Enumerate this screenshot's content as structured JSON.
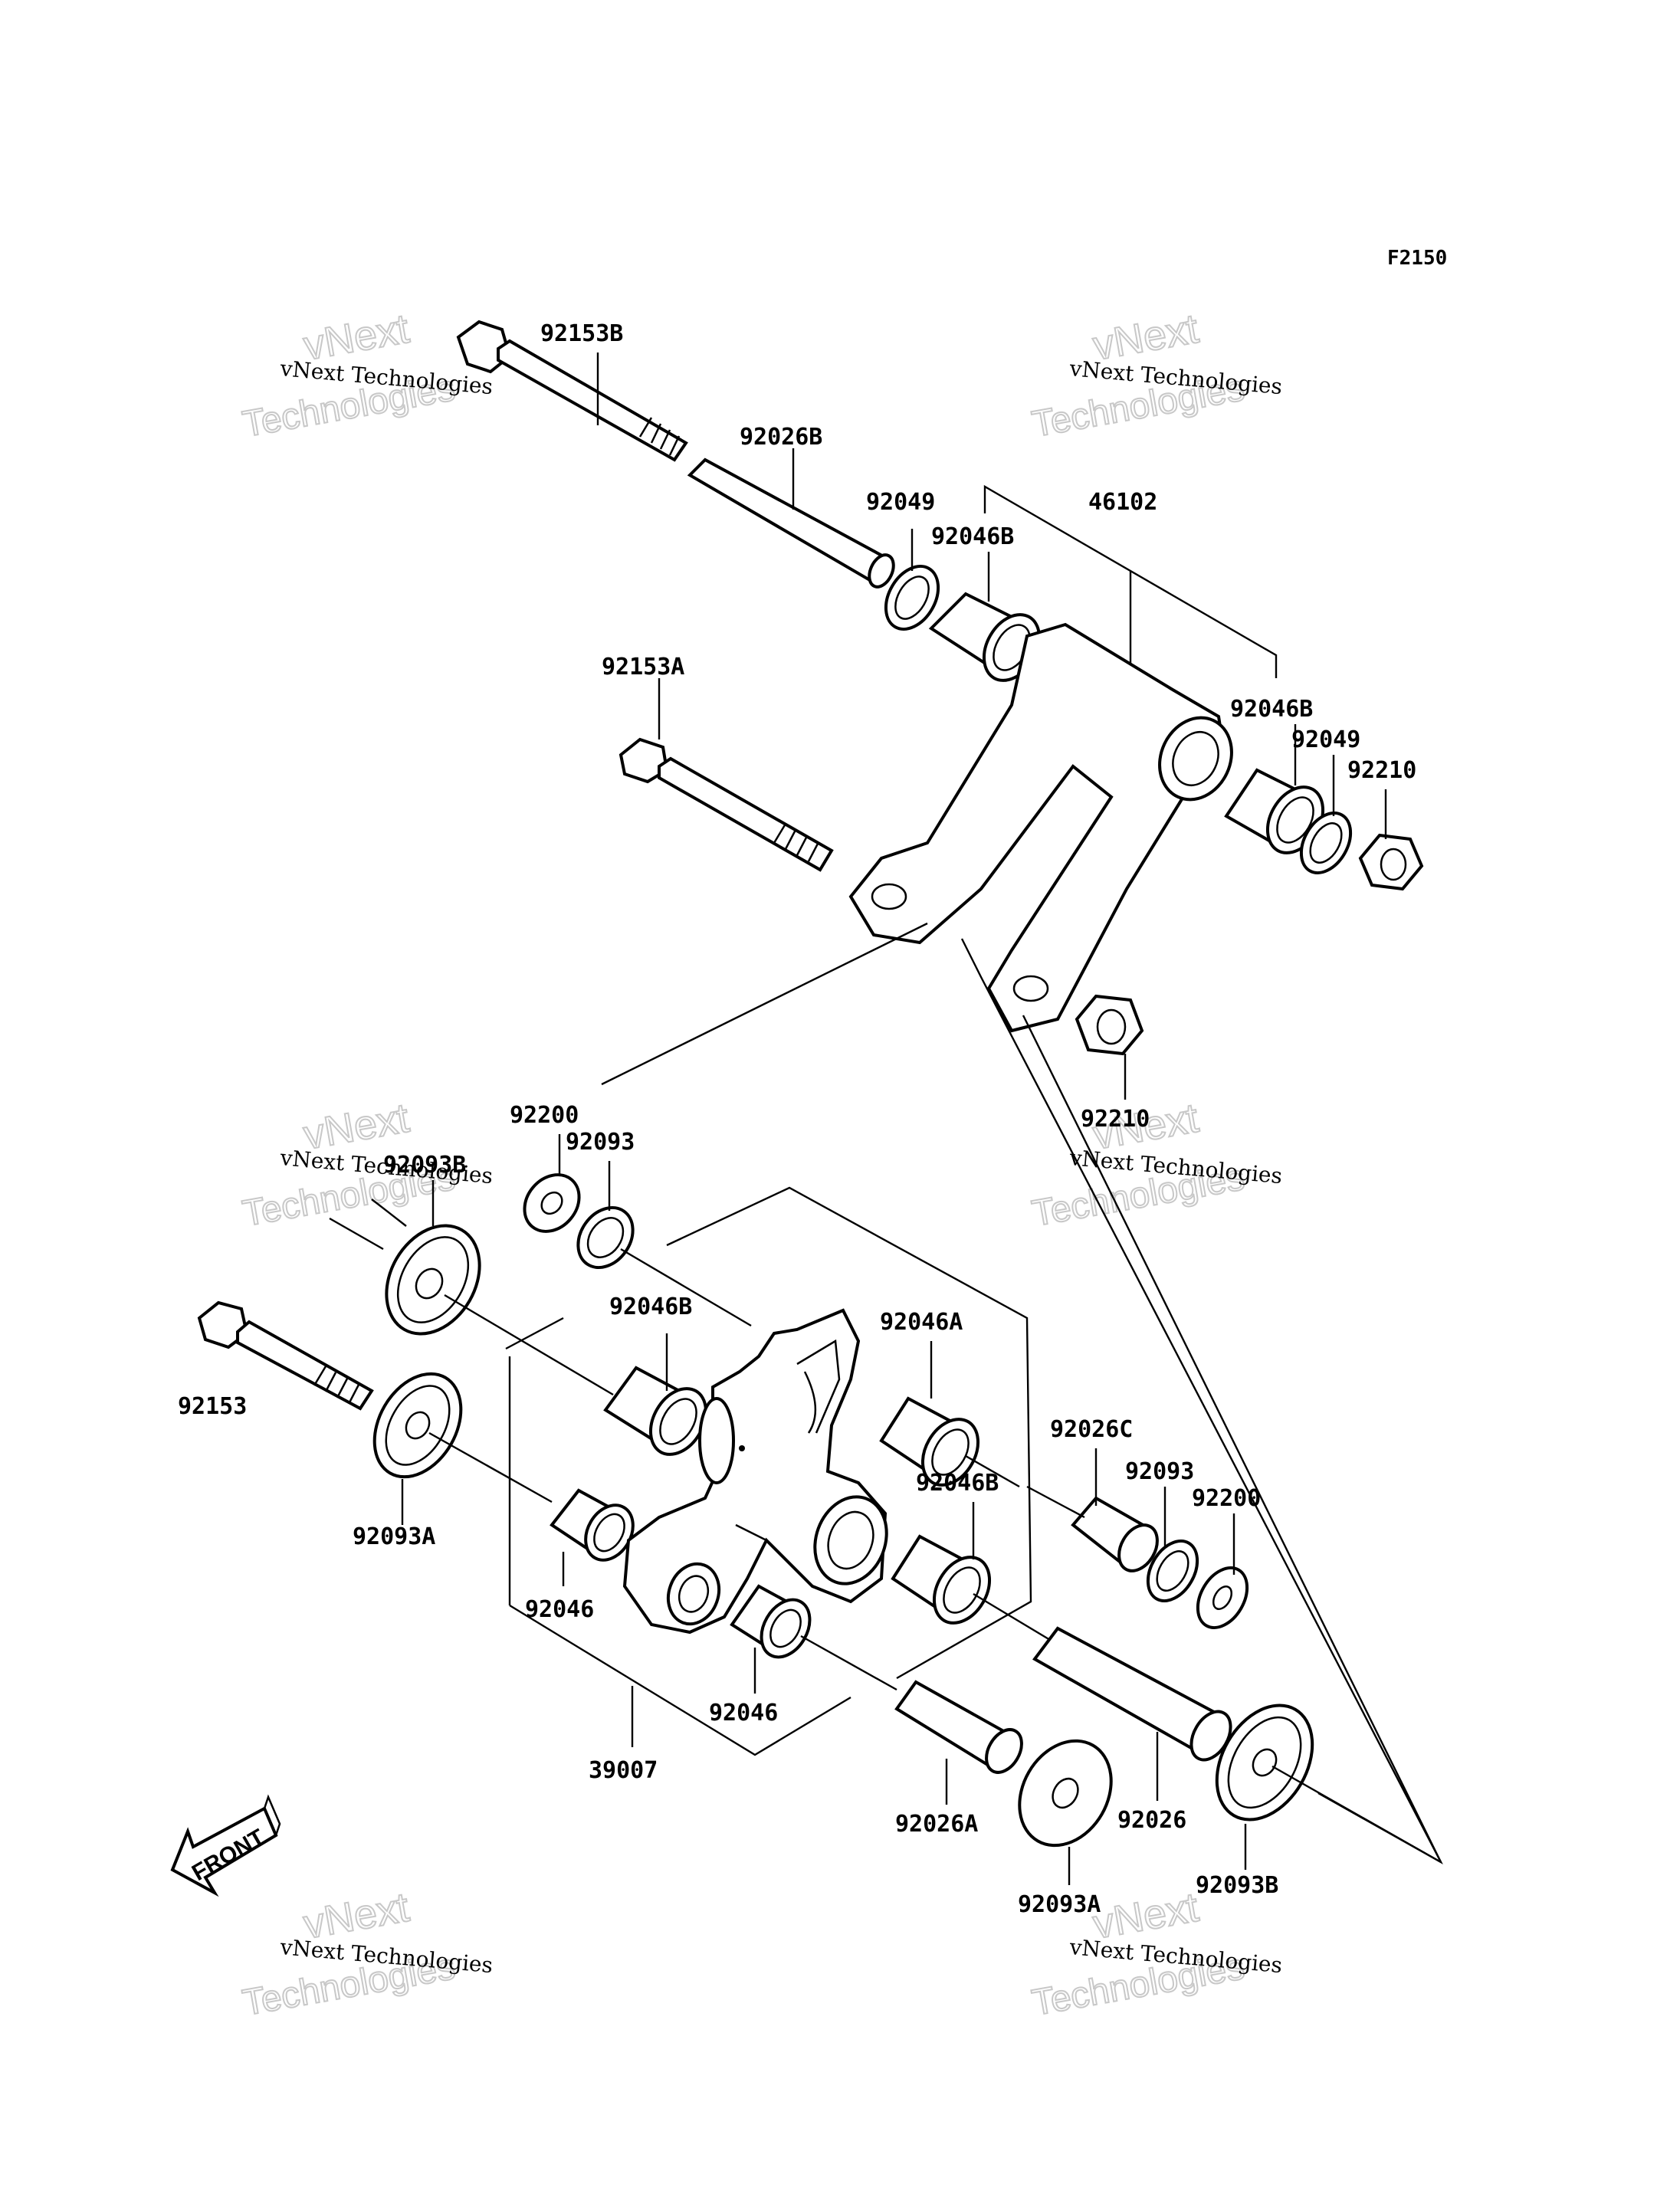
{
  "diagram_code": "F2150",
  "front_label": "FRONT",
  "watermark": {
    "line1": "vNext Technologies",
    "line2": "vNext",
    "line3": "Technologies"
  },
  "parts": {
    "p92153B": "92153B",
    "p92026B": "92026B",
    "p92049_top": "92049",
    "p92046B_top": "92046B",
    "p46102": "46102",
    "p92153A": "92153A",
    "p92046B_right": "92046B",
    "p92049_right": "92049",
    "p92210_right": "92210",
    "p92210_bottom": "92210",
    "p92200_left": "92200",
    "p92093_left": "92093",
    "p92093B_left": "92093B",
    "p92046B_mid": "92046B",
    "p92046A": "92046A",
    "p92026C": "92026C",
    "p92046B_low": "92046B",
    "p92093_right": "92093",
    "p92200_right": "92200",
    "p92153": "92153",
    "p92093A_left": "92093A",
    "p92046_left": "92046",
    "p92046_center": "92046",
    "p39007": "39007",
    "p92026A": "92026A",
    "p92026": "92026",
    "p92093A_bottom": "92093A",
    "p92093B_bottom": "92093B"
  }
}
